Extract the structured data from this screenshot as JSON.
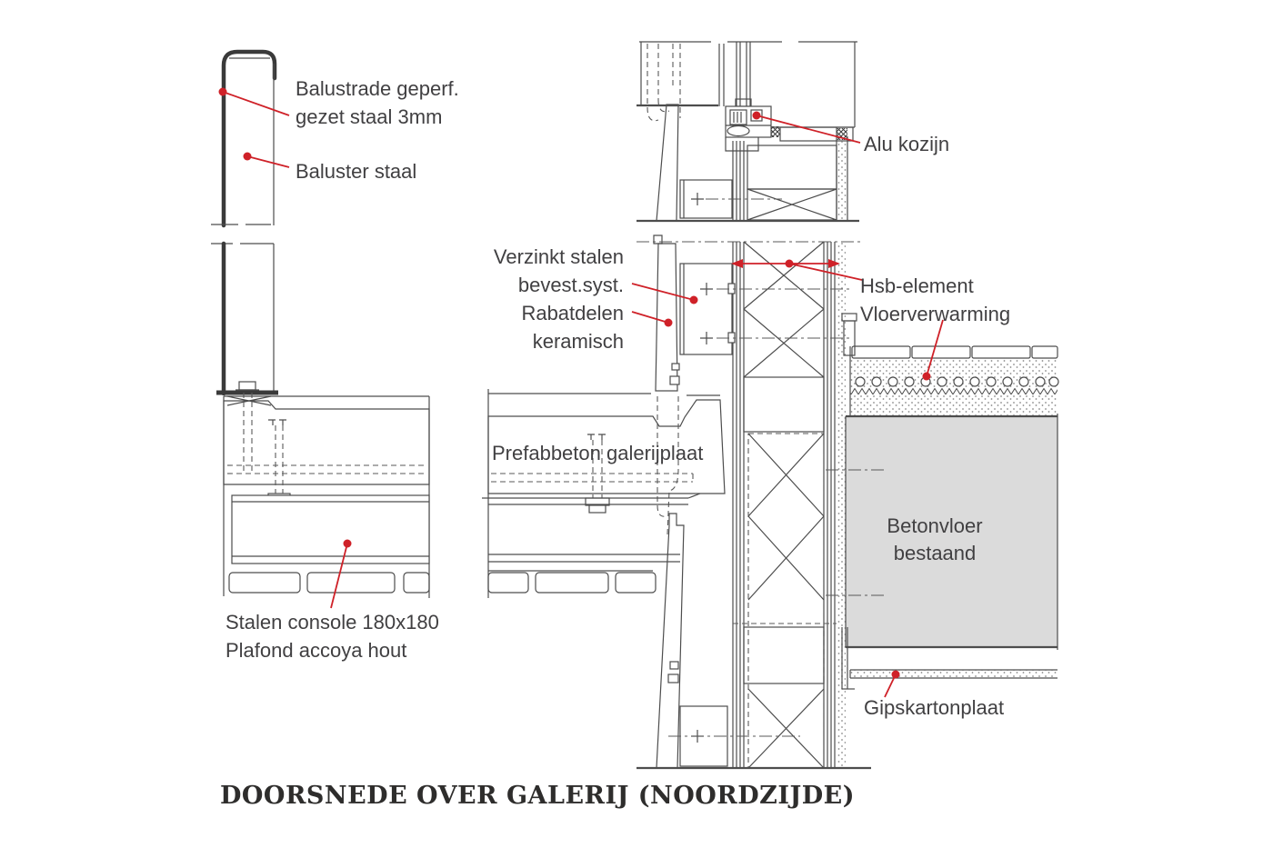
{
  "drawing": {
    "title": "DOORSNEDE OVER GALERIJ (NOORDZIJDE)",
    "labels": {
      "balustrade_line1": "Balustrade geperf.",
      "balustrade_line2": "gezet staal 3mm",
      "baluster": "Baluster staal",
      "verzinkt_line1": "Verzinkt stalen",
      "verzinkt_line2": "bevest.syst.",
      "rabatdelen_line1": "Rabatdelen",
      "rabatdelen_line2": "keramisch",
      "alu_kozijn": "Alu kozijn",
      "hsb_element": "Hsb-element",
      "vloerverwarming": "Vloerverwarming",
      "prefabbeton": "Prefabbeton galerijplaat",
      "betonvloer_line1": "Betonvloer",
      "betonvloer_line2": "bestaand",
      "stalen_console": "Stalen console 180x180",
      "plafond": "Plafond accoya hout",
      "gipskartonplaat": "Gipskartonplaat"
    },
    "colors": {
      "annotation_red": "#cf2128",
      "line_gray": "#4d4d4d",
      "slab_gray": "#b3b3b3",
      "plank_gray": "#9a9a9a",
      "concrete_light_gray": "#dbdbdb",
      "spacer_gray": "#9a9a9a",
      "label_text": "#414042",
      "title_text": "#2e2d2c",
      "background": "#ffffff"
    }
  }
}
